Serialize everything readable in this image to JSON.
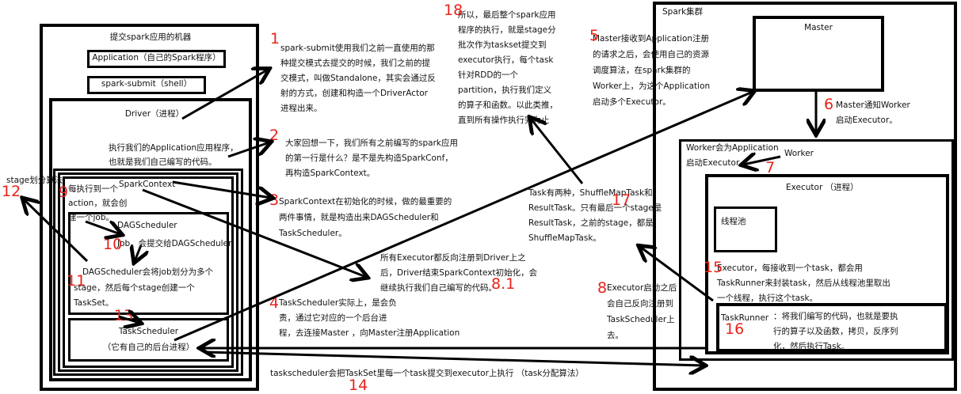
{
  "machine": {
    "title": "提交spark应用的机器",
    "application": "Application（自己的Spark程序）",
    "spark_submit": "spark-submit（shell）",
    "driver": "Driver（进程）",
    "driver_note": [
      "执行我们的Application应用程序，",
      "也就是我们自己编写的代码。"
    ],
    "spark_context": "SparkContext",
    "action_note": [
      "每执行到一个",
      "action，就会创",
      "建一个job。"
    ],
    "dag_scheduler": "DAGScheduler",
    "dag_note": [
      "Job，会提交给DAGScheduler"
    ],
    "dag_split_note": [
      "DAGScheduler会将job划分为多个",
      "stage，然后每个stage创建一个",
      "TaskSet。"
    ],
    "task_scheduler": "TaskScheduler",
    "task_scheduler_sub": "（它有自己的后台进程）",
    "stage_algo": "stage划分算法"
  },
  "cluster": {
    "title": "Spark集群",
    "master": "Master",
    "worker_note": [
      "Worker会为Application",
      "启动Executor"
    ],
    "worker": "Worker",
    "executor": "Executor （进程）",
    "thread_pool": "线程池",
    "task_runner": "TaskRunner"
  },
  "notes": {
    "n1": [
      "spark-submit使用我们之前一直使用的那",
      "种提交模式去提交的时候，我们之前的提",
      "交模式，叫做Standalone，其实会通过反",
      "射的方式，创建和构造一个DriverActor",
      "进程出来。"
    ],
    "n2": [
      "大家回想一下，我们所有之前编写的spark应用",
      "的第一行是什么？是不是先构造SparkConf，",
      "再构造SparkContext。"
    ],
    "n3": [
      "SparkContext在初始化的时候，做的最重要的",
      "两件事情，就是构造出来DAGScheduler和",
      "TaskScheduler。"
    ],
    "n4": [
      "TaskScheduler实际上，是会负",
      "责，通过它对应的一个后台进",
      "程，去连接Master ，向Master注册Application"
    ],
    "n5": [
      "Master接收到Application注册",
      "的请求之后，会使用自己的资源",
      "调度算法，在spark集群的",
      "Worker上，为这个Application",
      "启动多个Executor。"
    ],
    "n6": [
      "Master通知Worker",
      "启动Executor。"
    ],
    "n8": [
      "Executor启动之后",
      "会自己反向注册到",
      "TaskScheduler上",
      "去。"
    ],
    "n81": [
      "所有Executor都反向注册到Driver上之",
      "后，Driver结束SparkContext初始化，会",
      "继续执行我们自己编写的代码。"
    ],
    "n14": "taskscheduler会把TaskSet里每一个task提交到executor上执行  （task分配算法）",
    "n15": [
      "Executor，每接收到一个task，都会用",
      "TaskRunner来封装task，然后从线程池里取出",
      "一个线程，执行这个task。"
    ],
    "n16": [
      "：将我们编写的代码，也就是要执",
      "行的算子以及函数，拷贝，反序列",
      "化，然后执行Task。"
    ],
    "n17": [
      "Task有两种，ShuffleMapTask和",
      "ResultTask。只有最后一个stage是",
      "ResultTask，之前的stage，都是",
      "ShuffleMapTask。"
    ],
    "n18": [
      "所以，最后整个spark应用",
      "程序的执行，就是stage分",
      "批次作为taskset提交到",
      "executor执行，每个task",
      "针对RDD的一个",
      "partition，执行我们定义",
      "的算子和函数。以此类推，",
      "直到所有操作执行完为止"
    ]
  },
  "numbers": {
    "n1": "1",
    "n2": "2",
    "n3": "3",
    "n4": "4",
    "n5": "5",
    "n6": "6",
    "n7": "7",
    "n8": "8",
    "n81": "8.1",
    "n9": "9",
    "n10": "10",
    "n11": "11",
    "n12": "12",
    "n13": "13",
    "n14": "14",
    "n15": "15",
    "n16": "16",
    "n17": "17",
    "n18": "18"
  },
  "colors": {
    "number": "#e8231a",
    "line": "#000000",
    "background": "#ffffff"
  }
}
